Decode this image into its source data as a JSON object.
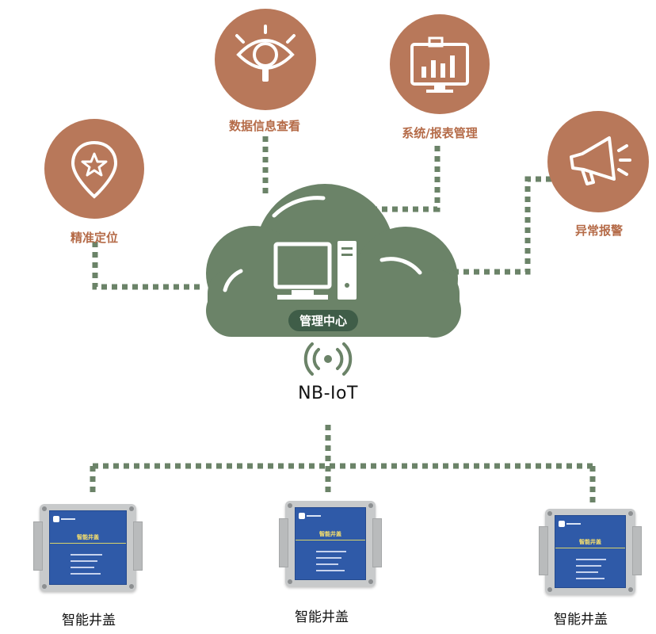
{
  "center": {
    "label": "管理中心"
  },
  "protocol": "NB-IoT",
  "nodes": [
    {
      "label": "精准定位",
      "icon": "location-star-icon"
    },
    {
      "label": "数据信息查看",
      "icon": "eye-magnifier-icon"
    },
    {
      "label": "系统/报表管理",
      "icon": "monitor-chart-icon"
    },
    {
      "label": "异常报警",
      "icon": "megaphone-icon"
    }
  ],
  "devices": [
    {
      "label": "智能井盖",
      "panel_title": "智能井盖"
    },
    {
      "label": "智能井盖",
      "panel_title": "智能井盖"
    },
    {
      "label": "智能井盖",
      "panel_title": "智能井盖"
    }
  ],
  "colors": {
    "node_fill": "#b8785a",
    "node_label": "#b56b48",
    "cloud": "#6b8368",
    "connector": "#6b8368",
    "device_panel": "#2f5aa8"
  }
}
